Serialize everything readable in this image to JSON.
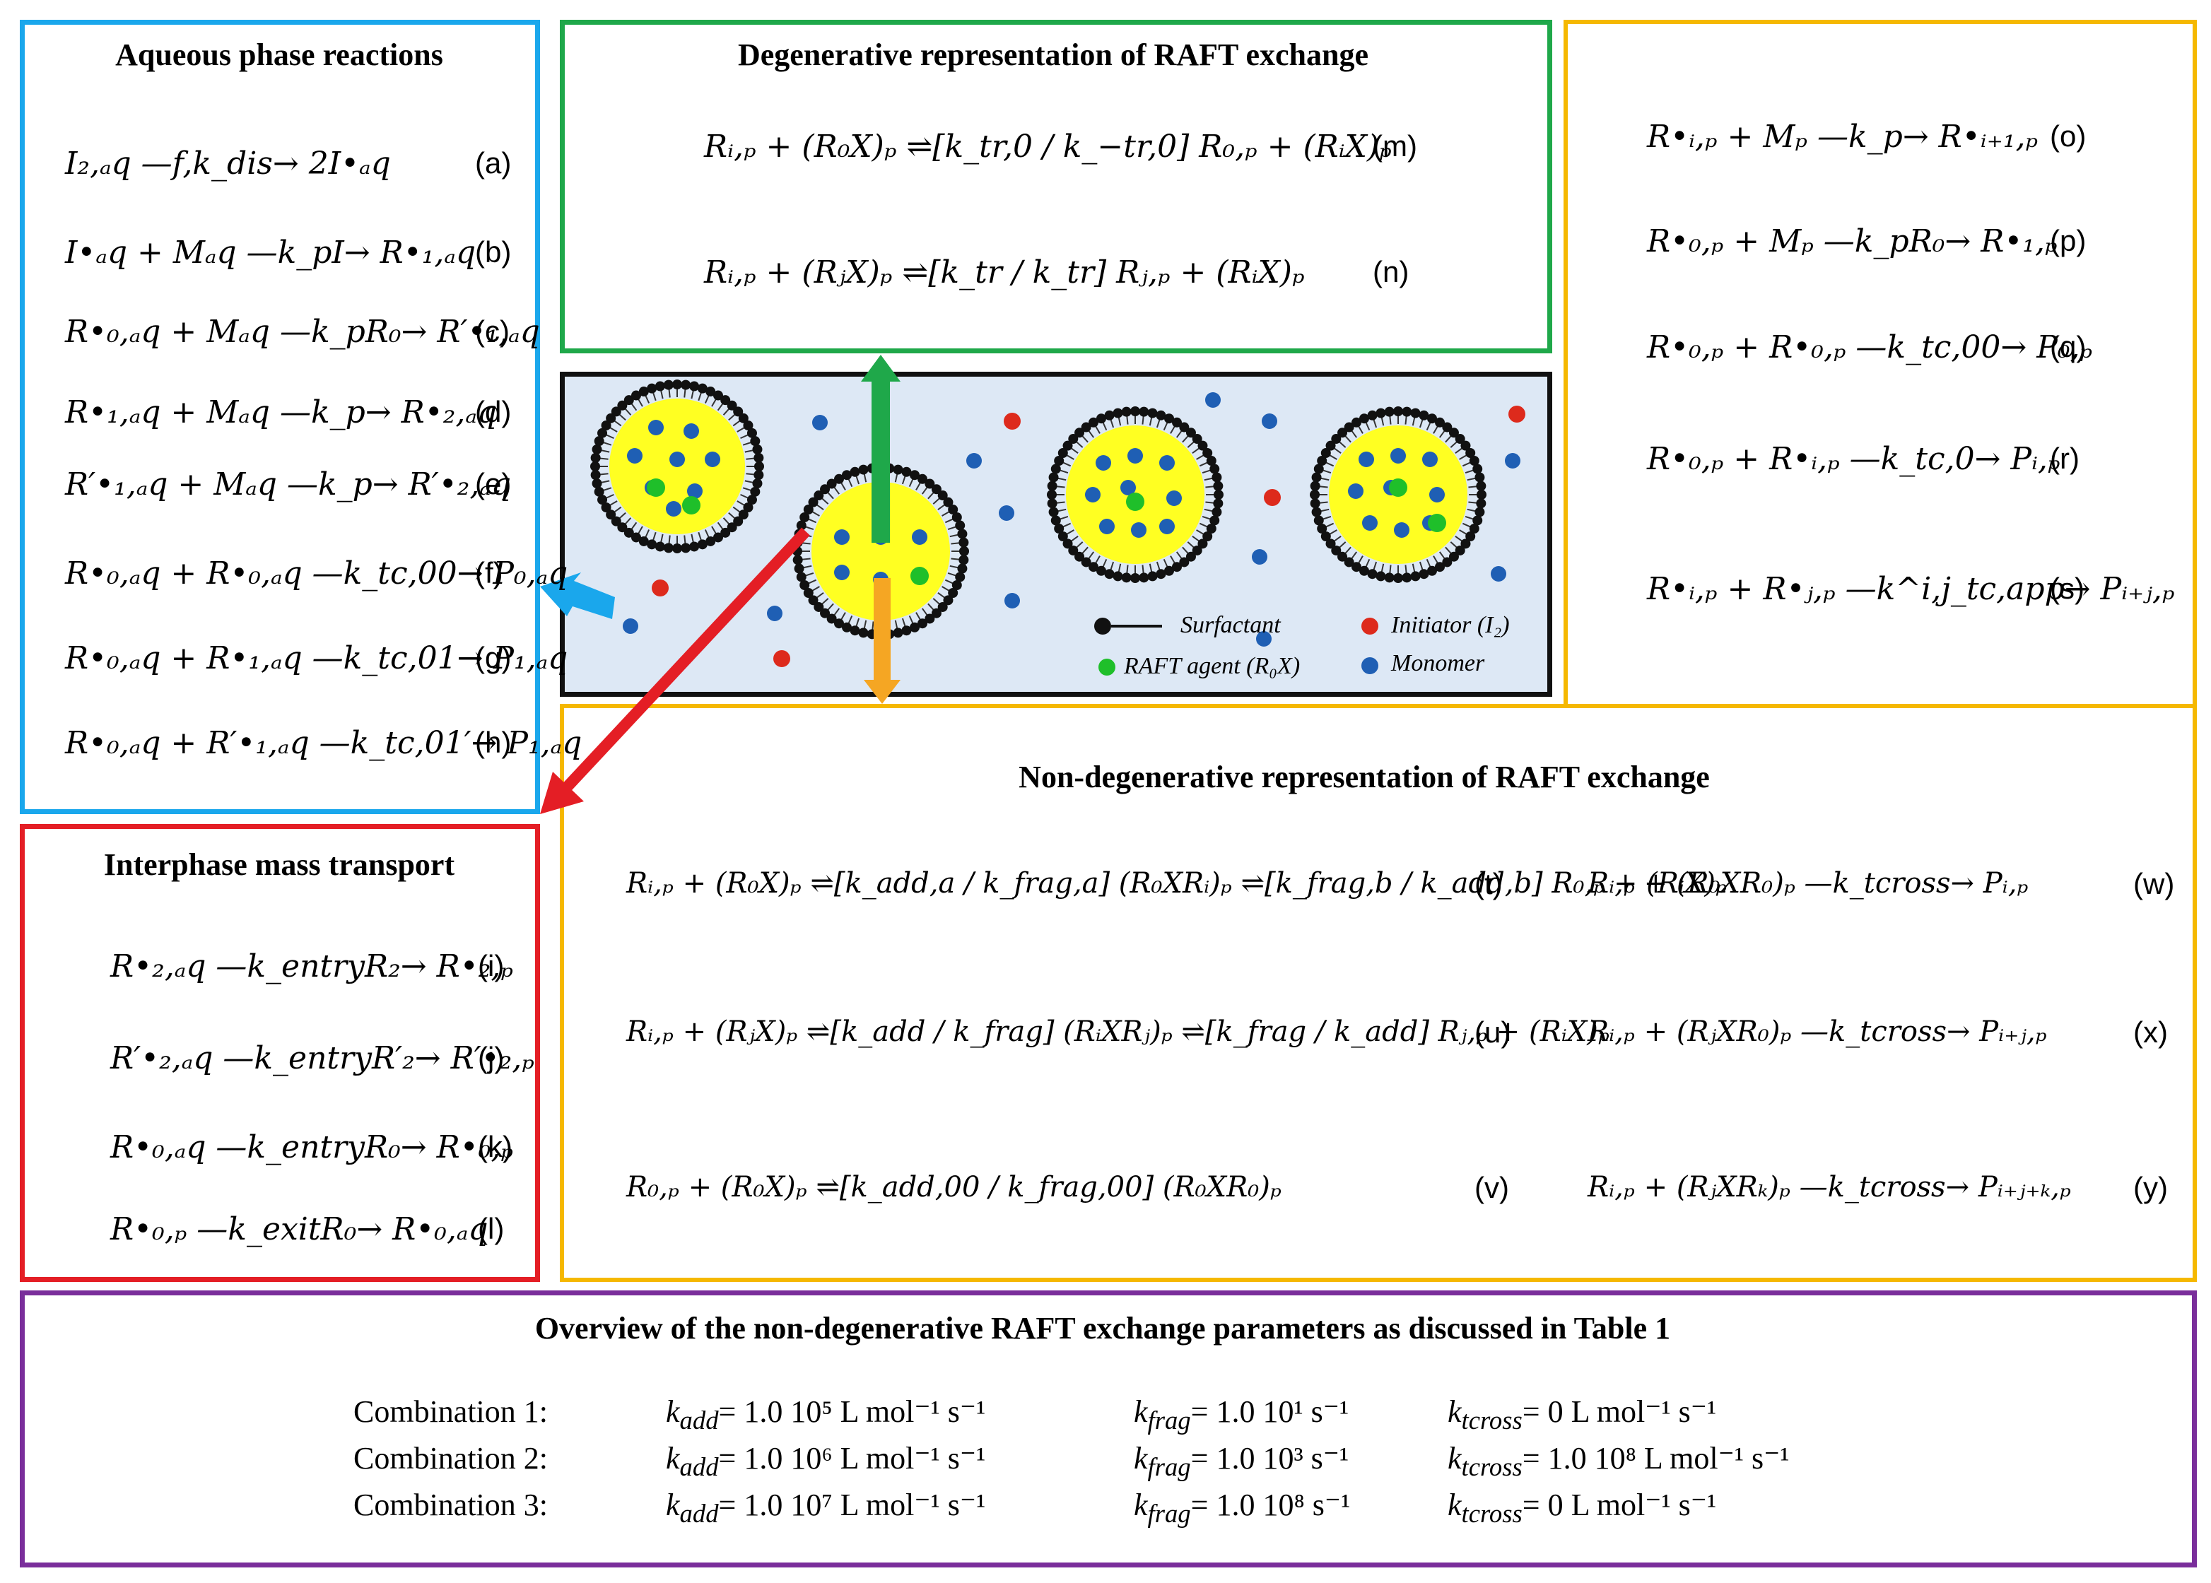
{
  "colors": {
    "aqueous_border": "#1aa7ec",
    "degenerative_border": "#1fa84a",
    "right_border": "#f5b800",
    "interphase_border": "#e41e25",
    "overview_border": "#7a2e9b",
    "particle_panel_bg": "#dde8f5",
    "particle_fill": "#ffff22",
    "monomer": "#1f5fb4",
    "initiator": "#dd2a1c",
    "raft_agent": "#1fbf2a",
    "surfactant": "#111111"
  },
  "aqueous": {
    "title": "Aqueous phase reactions",
    "reactions": [
      {
        "eq": "I₂,ₐq —f,k_dis→ 2I•ₐq",
        "label": "(a)"
      },
      {
        "eq": "I•ₐq + Mₐq —k_pI→ R•₁,ₐq",
        "label": "(b)"
      },
      {
        "eq": "R•₀,ₐq + Mₐq —k_pR₀→ R′•₁,ₐq",
        "label": "(c)"
      },
      {
        "eq": "R•₁,ₐq + Mₐq —k_p→ R•₂,ₐq",
        "label": "(d)"
      },
      {
        "eq": "R′•₁,ₐq + Mₐq —k_p→ R′•₂,ₐq",
        "label": "(e)"
      },
      {
        "eq": "R•₀,ₐq + R•₀,ₐq —k_tc,00→ P₀,ₐq",
        "label": "(f)"
      },
      {
        "eq": "R•₀,ₐq + R•₁,ₐq —k_tc,01→ P₁,ₐq",
        "label": "(g)"
      },
      {
        "eq": "R•₀,ₐq + R′•₁,ₐq —k_tc,01′→ P₁,ₐq",
        "label": "(h)"
      }
    ]
  },
  "degenerative": {
    "title": "Degenerative representation of RAFT exchange",
    "reactions": [
      {
        "eq": "Rᵢ,ₚ + (R₀X)ₚ ⇌[k_tr,0 / k_−tr,0] R₀,ₚ + (RᵢX)ₚ",
        "label": "(m)"
      },
      {
        "eq": "Rᵢ,ₚ + (RⱼX)ₚ ⇌[k_tr / k_tr] Rⱼ,ₚ + (RᵢX)ₚ",
        "label": "(n)"
      }
    ]
  },
  "particles_legend": {
    "surfactant": "Surfactant",
    "initiator": "Initiator (I₂)",
    "raft_agent": "RAFT agent (R₀X)",
    "monomer": "Monomer"
  },
  "right_reactions": [
    {
      "eq": "R•ᵢ,ₚ + Mₚ —k_p→ R•ᵢ₊₁,ₚ",
      "label": "(o)"
    },
    {
      "eq": "R•₀,ₚ + Mₚ —k_pR₀→ R•₁,ₚ",
      "label": "(p)"
    },
    {
      "eq": "R•₀,ₚ + R•₀,ₚ —k_tc,00→ P₀,ₚ",
      "label": "(q)"
    },
    {
      "eq": "R•₀,ₚ + R•ᵢ,ₚ —k_tc,0→ Pᵢ,ₚ",
      "label": "(r)"
    },
    {
      "eq": "R•ᵢ,ₚ + R•ⱼ,ₚ —k^i,j_tc,app→ Pᵢ₊ⱼ,ₚ",
      "label": "(s)"
    }
  ],
  "nondegenerative": {
    "title": "Non-degenerative representation of RAFT exchange",
    "left_reactions": [
      {
        "eq": "Rᵢ,ₚ + (R₀X)ₚ ⇌[k_add,a / k_frag,a] (R₀XRᵢ)ₚ ⇌[k_frag,b / k_add,b] R₀,ₚ + (RᵢX)ₚ",
        "label": "(t)"
      },
      {
        "eq": "Rᵢ,ₚ + (RⱼX)ₚ ⇌[k_add / k_frag] (RᵢXRⱼ)ₚ ⇌[k_frag / k_add] Rⱼ,ₚ + (RᵢX)ₚ",
        "label": "(u)"
      },
      {
        "eq": "R₀,ₚ + (R₀X)ₚ ⇌[k_add,00 / k_frag,00] (R₀XR₀)ₚ",
        "label": "(v)"
      }
    ],
    "right_reactions": [
      {
        "eq": "Rᵢ,ₚ + (R₀XR₀)ₚ —k_tcross→ Pᵢ,ₚ",
        "label": "(w)"
      },
      {
        "eq": "Rᵢ,ₚ + (RⱼXR₀)ₚ —k_tcross→ Pᵢ₊ⱼ,ₚ",
        "label": "(x)"
      },
      {
        "eq": "Rᵢ,ₚ + (RⱼXRₖ)ₚ —k_tcross→ Pᵢ₊ⱼ₊ₖ,ₚ",
        "label": "(y)"
      }
    ]
  },
  "interphase": {
    "title": "Interphase mass transport",
    "reactions": [
      {
        "eq": "R•₂,ₐq —k_entryR₂→ R•₂,ₚ",
        "label": "(i)"
      },
      {
        "eq": "R′•₂,ₐq —k_entryR′₂→ R′•₂,ₚ",
        "label": "(j)"
      },
      {
        "eq": "R•₀,ₐq —k_entryR₀→ R•₀,ₚ",
        "label": "(k)"
      },
      {
        "eq": "R•₀,ₚ —k_exitR₀→ R•₀,ₐq",
        "label": "(l)"
      }
    ]
  },
  "overview": {
    "title": "Overview of the non-degenerative RAFT exchange parameters as discussed in Table 1",
    "combinations": [
      {
        "name": "Combination 1:",
        "kadd": "= 1.0 10⁵ L mol⁻¹ s⁻¹",
        "kfrag": "= 1.0 10¹ s⁻¹",
        "ktcross": "= 0 L mol⁻¹ s⁻¹"
      },
      {
        "name": "Combination 2:",
        "kadd": "= 1.0 10⁶ L mol⁻¹ s⁻¹",
        "kfrag": "= 1.0 10³ s⁻¹",
        "ktcross": "= 1.0 10⁸ L mol⁻¹ s⁻¹"
      },
      {
        "name": "Combination 3:",
        "kadd": "= 1.0 10⁷ L mol⁻¹ s⁻¹",
        "kfrag": "= 1.0 10⁸ s⁻¹",
        "ktcross": "= 0 L mol⁻¹ s⁻¹"
      }
    ],
    "sym_kadd": "k",
    "sym_kadd_sub": "add",
    "sym_kfrag": "k",
    "sym_kfrag_sub": "frag",
    "sym_ktcross": "k",
    "sym_ktcross_sub": "tcross"
  }
}
